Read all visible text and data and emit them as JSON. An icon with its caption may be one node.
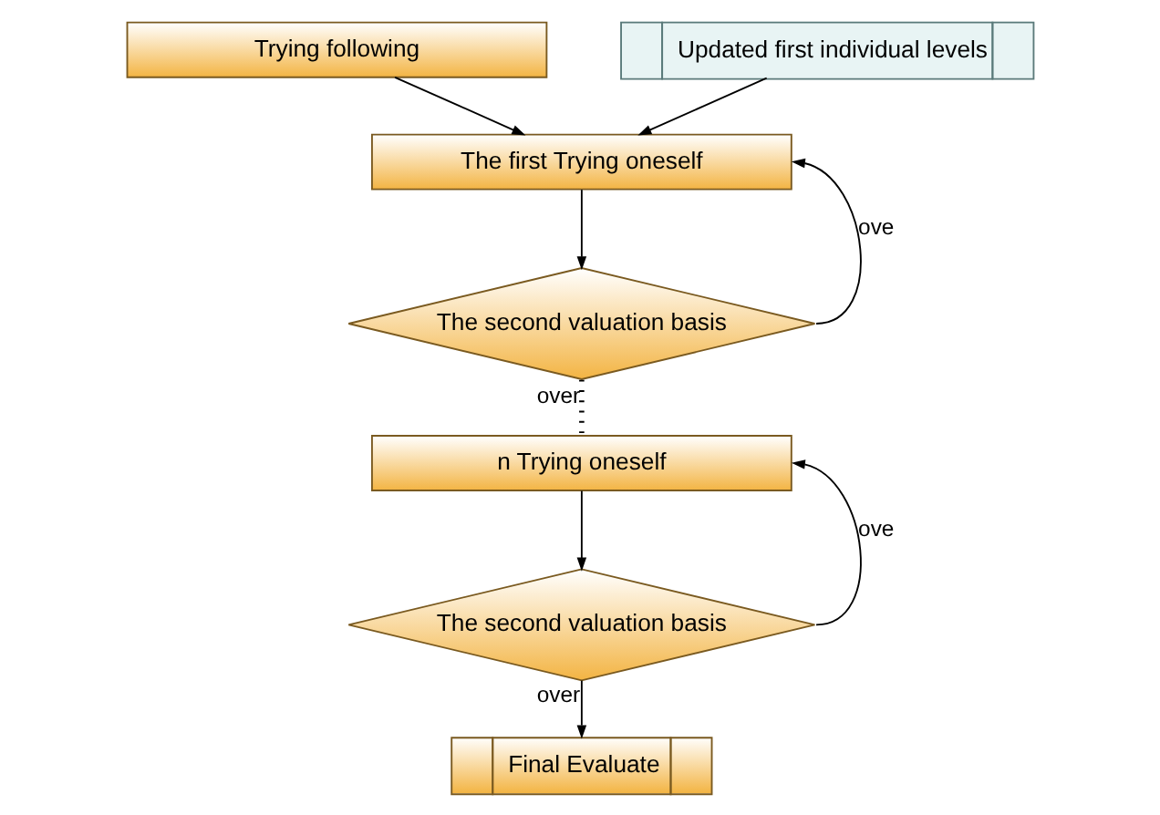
{
  "diagram": {
    "nodes": [
      {
        "text": [
          "Trying following"
        ]
      },
      {
        "text": [
          "Updated first individual levels"
        ]
      },
      {
        "text": [
          "The first Trying oneself"
        ]
      },
      {
        "text": [
          "The second valuation basis"
        ]
      },
      {
        "text": [
          "n Trying oneself"
        ]
      },
      {
        "text": [
          "The second valuation basis"
        ]
      },
      {
        "text": [
          "Final Evaluate"
        ]
      }
    ],
    "edges": [
      {
        "from": 0,
        "to": 2,
        "arrow": "to"
      },
      {
        "from": 1,
        "to": 2,
        "arrow": "to"
      },
      {
        "from": 2,
        "to": 3,
        "arrow": "to"
      },
      {
        "from": 3,
        "to": 2,
        "label": "ove",
        "arrow": "to"
      },
      {
        "from": 3,
        "to": 4,
        "label": "over",
        "arrow": "none",
        "style": "dashed"
      },
      {
        "from": 4,
        "to": 5,
        "arrow": "to"
      },
      {
        "from": 5,
        "to": 4,
        "label": "ove",
        "arrow": "to"
      },
      {
        "from": 5,
        "to": 6,
        "label": "over",
        "arrow": "to"
      }
    ]
  }
}
